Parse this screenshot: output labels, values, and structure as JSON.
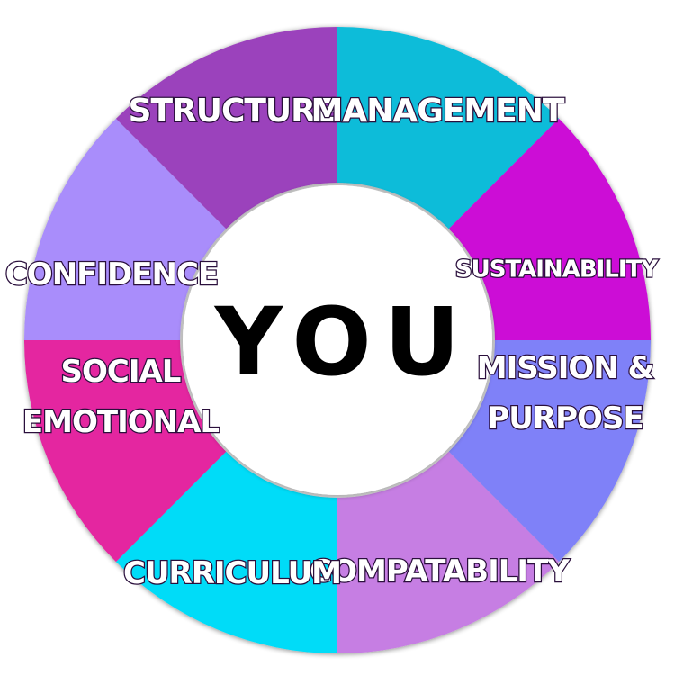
{
  "center": {
    "label": "YOU"
  },
  "segments": [
    {
      "id": "structure",
      "lines": [
        "STRUCTURE"
      ],
      "color": "#0fbcd9"
    },
    {
      "id": "management",
      "lines": [
        "MANAGEMENT"
      ],
      "color": "#cc08d6"
    },
    {
      "id": "sustainability",
      "lines": [
        "SUSTAINABILITY"
      ],
      "color": "#7f81f8"
    },
    {
      "id": "mission-purpose",
      "lines": [
        "MISSION &",
        "PURPOSE"
      ],
      "color": "#c67ee3"
    },
    {
      "id": "compatability",
      "lines": [
        "COMPATABILITY"
      ],
      "color": "#00dcf8"
    },
    {
      "id": "curriculum",
      "lines": [
        "CURRICULUM"
      ],
      "color": "#e428a0"
    },
    {
      "id": "social-emotional",
      "lines": [
        "SOCIAL",
        "EMOTIONAL"
      ],
      "color": "#a98dfb"
    },
    {
      "id": "confidence",
      "lines": [
        "CONFIDENCE"
      ],
      "color": "#9b43bc"
    }
  ]
}
